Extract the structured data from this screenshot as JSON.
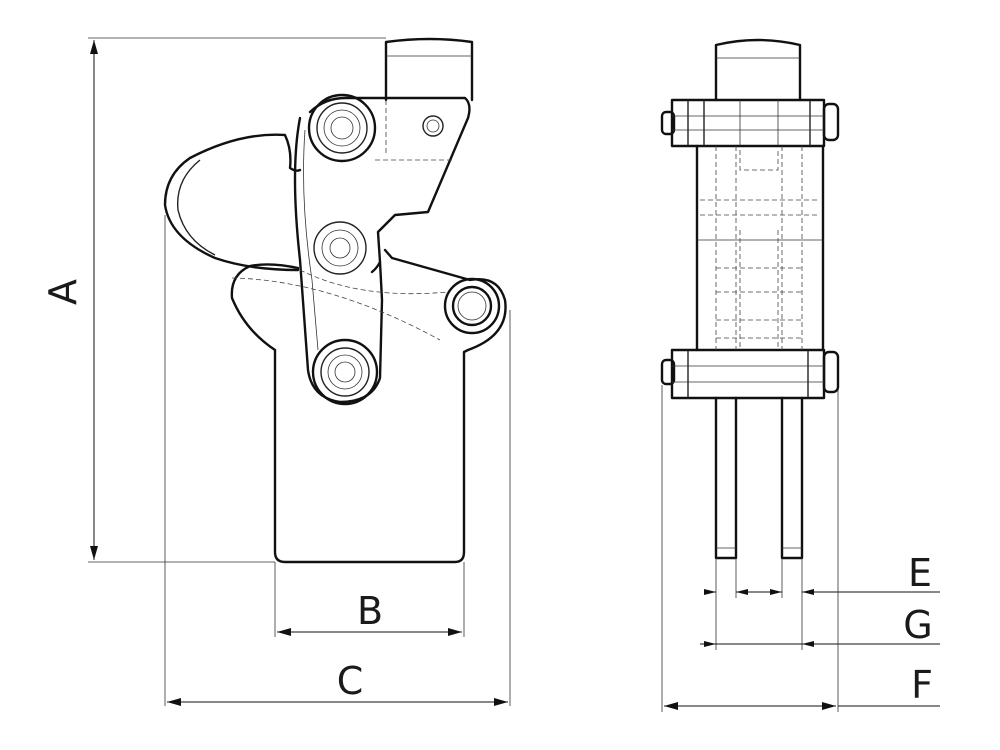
{
  "dimension_labels": {
    "a": "A",
    "b": "B",
    "c": "C",
    "e": "E",
    "f": "F",
    "g": "G"
  }
}
